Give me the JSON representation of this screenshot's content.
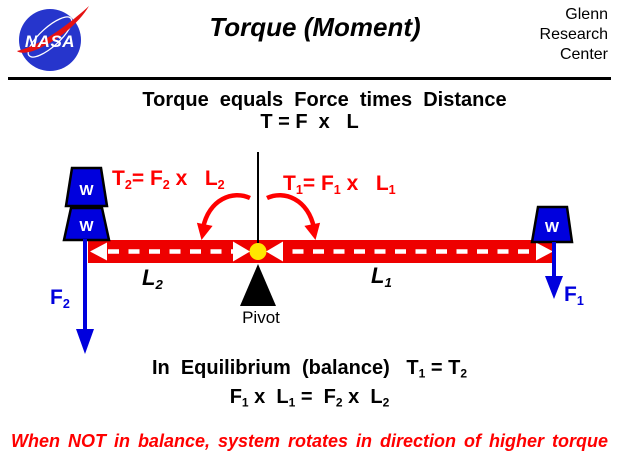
{
  "header": {
    "title": "Torque  (Moment)",
    "logo_text": "NASA",
    "org_line1": "Glenn",
    "org_line2": "Research",
    "org_line3": "Center"
  },
  "intro": {
    "line1": "Torque  equals  Force  times  Distance",
    "line2": "T = F  x   L"
  },
  "diagram": {
    "weight_label": "W",
    "pivot_label": "Pivot",
    "formulas": {
      "t2": [
        {
          "t": "T"
        },
        {
          "t": "2",
          "sub": true
        },
        {
          "t": "= F"
        },
        {
          "t": "2",
          "sub": true
        },
        {
          "t": " x   "
        },
        {
          "t": "L"
        },
        {
          "t": "2",
          "sub": true
        }
      ],
      "t1": [
        {
          "t": "T"
        },
        {
          "t": "1",
          "sub": true
        },
        {
          "t": "= F"
        },
        {
          "t": "1",
          "sub": true
        },
        {
          "t": " x   "
        },
        {
          "t": "L"
        },
        {
          "t": "1",
          "sub": true
        }
      ],
      "l2": [
        {
          "t": "L"
        },
        {
          "t": "2",
          "sub": true
        }
      ],
      "l1": [
        {
          "t": "L"
        },
        {
          "t": "1",
          "sub": true
        }
      ],
      "f2": [
        {
          "t": "F"
        },
        {
          "t": "2",
          "sub": true
        }
      ],
      "f1": [
        {
          "t": "F"
        },
        {
          "t": "1",
          "sub": true
        }
      ]
    }
  },
  "equations": {
    "equilibrium": [
      {
        "t": "In  Equilibrium  (balance)   T"
      },
      {
        "t": "1",
        "sub": true
      },
      {
        "t": " = T"
      },
      {
        "t": "2",
        "sub": true
      }
    ],
    "balance": [
      {
        "t": "F"
      },
      {
        "t": "1",
        "sub": true
      },
      {
        "t": " x  L"
      },
      {
        "t": "1",
        "sub": true
      },
      {
        "t": " =  F"
      },
      {
        "t": "2",
        "sub": true
      },
      {
        "t": " x  L"
      },
      {
        "t": "2",
        "sub": true
      }
    ]
  },
  "footer": {
    "note": "When NOT in balance, system rotates in direction of higher torque"
  },
  "colors": {
    "beam_red": "#ee0000",
    "accent_red": "#ff0000",
    "force_blue": "#0000dd",
    "pivot_yellow": "#ffe600",
    "nasa_blue": "#2635cc",
    "text_black": "#000000"
  }
}
